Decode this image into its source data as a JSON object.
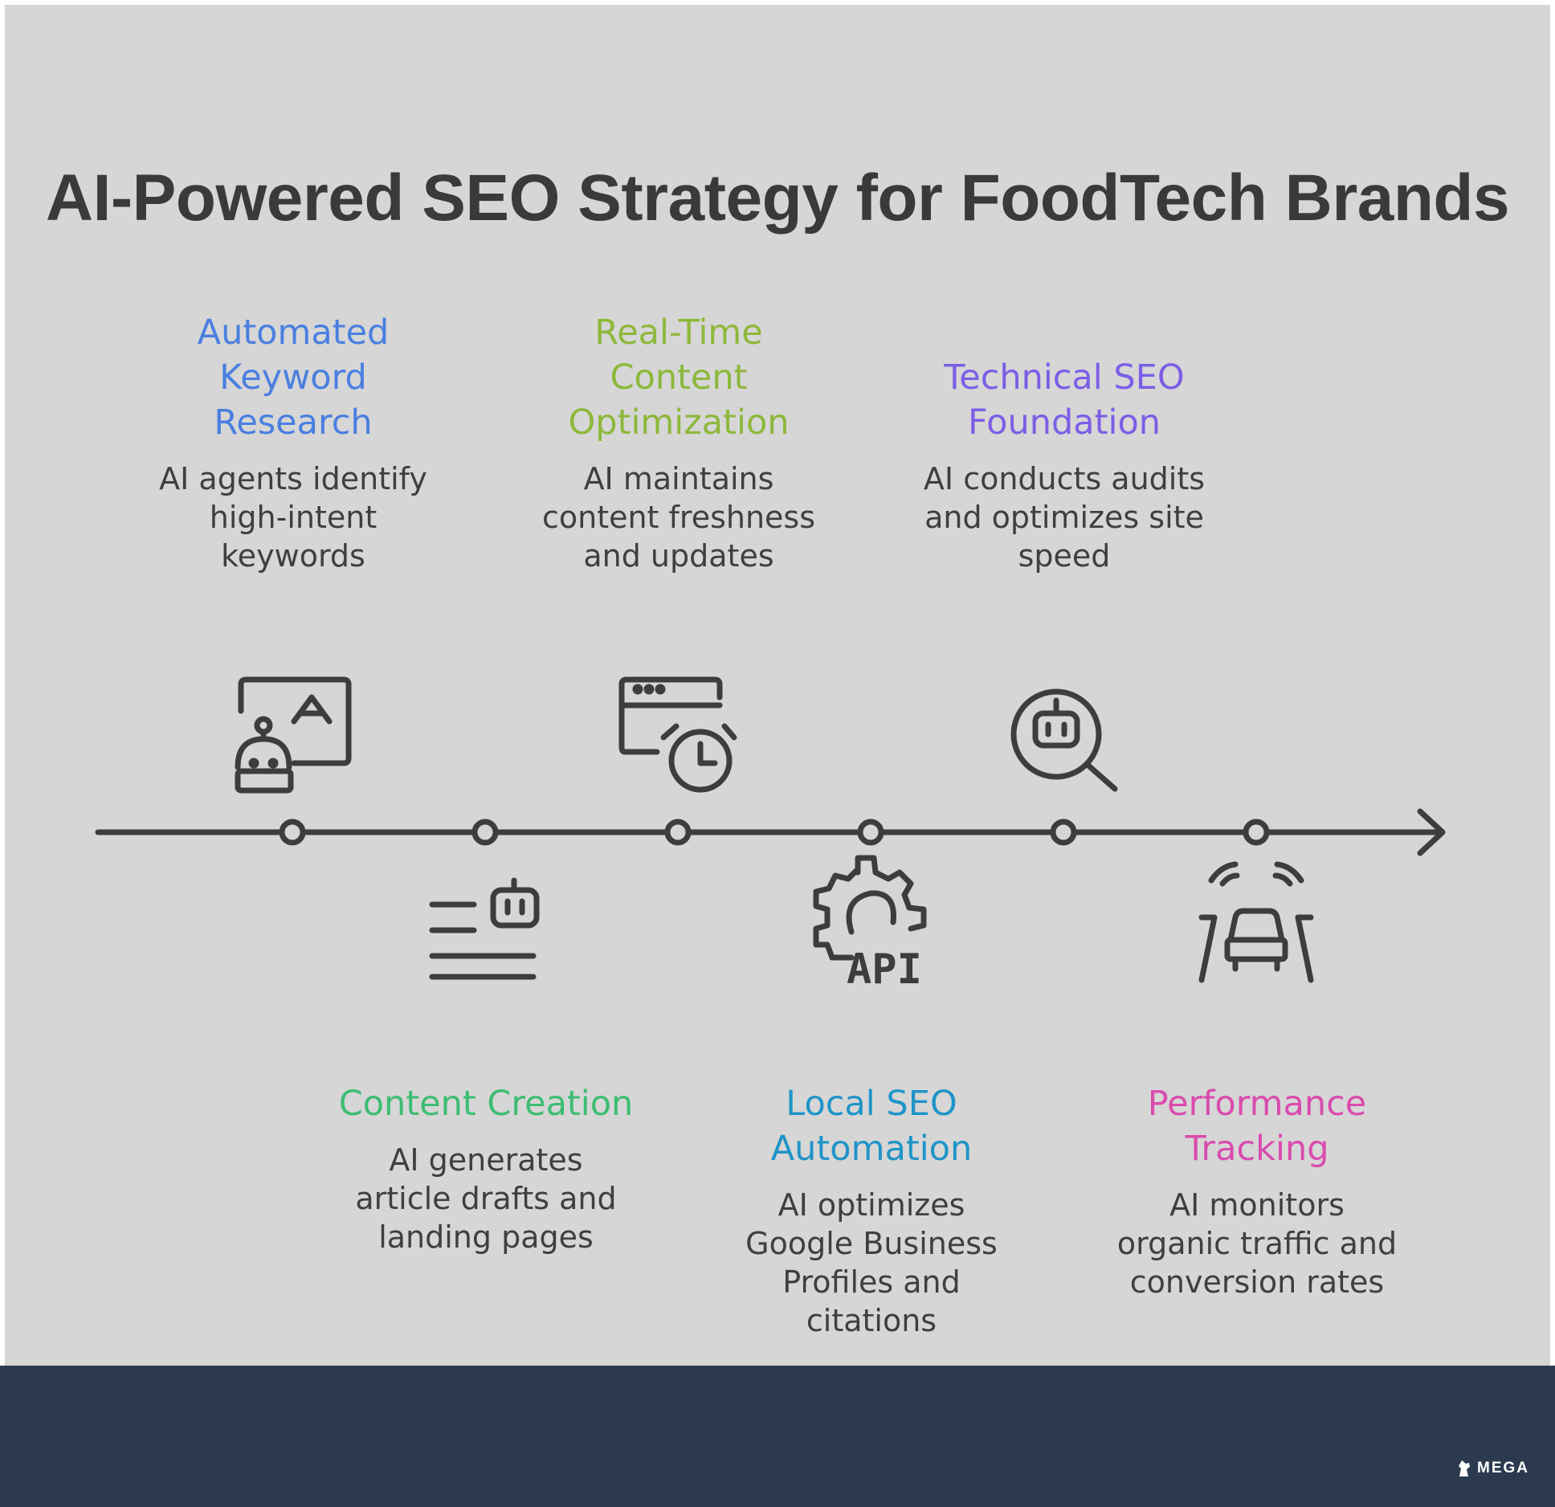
{
  "title": "AI-Powered SEO Strategy for FoodTech Brands",
  "steps": [
    {
      "title_lines": [
        "Automated",
        "Keyword",
        "Research"
      ],
      "desc_lines": [
        "AI agents identify",
        "high-intent",
        "keywords"
      ],
      "color": "#4a7fe0",
      "icon": "robot-keyword-icon"
    },
    {
      "title_lines": [
        "Content Creation"
      ],
      "desc_lines": [
        "AI generates",
        "article drafts and",
        "landing pages"
      ],
      "color": "#3dbd72",
      "icon": "robot-text-icon"
    },
    {
      "title_lines": [
        "Real-Time",
        "Content",
        "Optimization"
      ],
      "desc_lines": [
        "AI maintains",
        "content freshness",
        "and updates"
      ],
      "color": "#8db83a",
      "icon": "browser-clock-icon"
    },
    {
      "title_lines": [
        "Local SEO",
        "Automation"
      ],
      "desc_lines": [
        "AI optimizes",
        "Google Business",
        "Profiles and",
        "citations"
      ],
      "color": "#1f94c8",
      "icon": "gear-api-icon"
    },
    {
      "title_lines": [
        "Technical SEO",
        "Foundation"
      ],
      "desc_lines": [
        "AI conducts audits",
        "and optimizes site",
        "speed"
      ],
      "color": "#7c5ee6",
      "icon": "robot-search-icon"
    },
    {
      "title_lines": [
        "Performance",
        "Tracking"
      ],
      "desc_lines": [
        "AI monitors",
        "organic traffic and",
        "conversion rates"
      ],
      "color": "#da4bae",
      "icon": "autonomous-car-icon"
    }
  ],
  "footer": {
    "brand": "MEGA"
  }
}
